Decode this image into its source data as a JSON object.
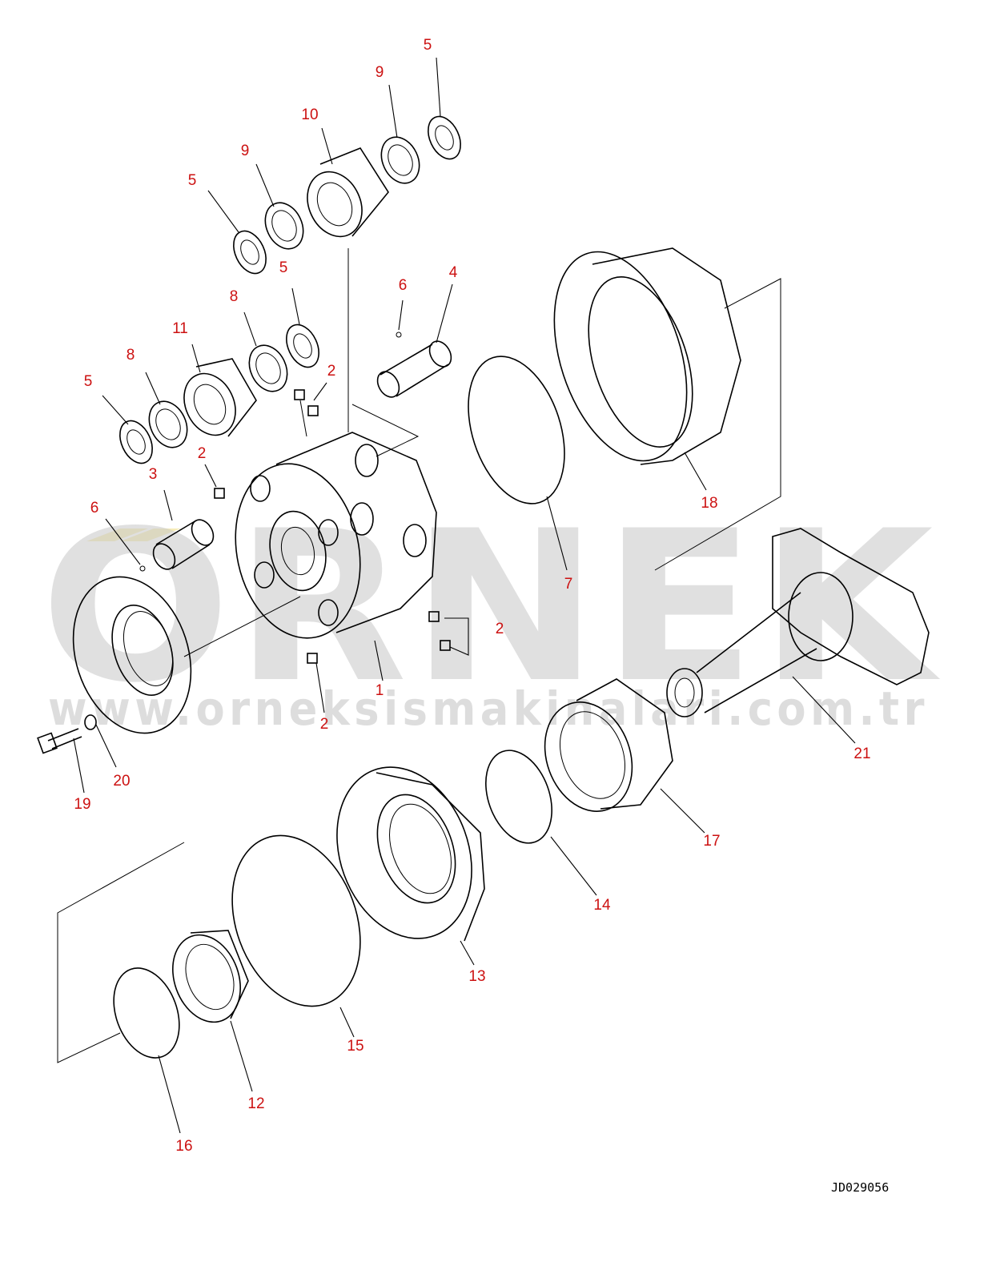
{
  "drawing_code": "JD029056",
  "watermark": {
    "brand": "ORNEK",
    "url": "www.orneksismakinalari.com.tr"
  },
  "callouts": [
    {
      "id": "c1",
      "label": "1"
    },
    {
      "id": "c2a",
      "label": "2"
    },
    {
      "id": "c2b",
      "label": "2"
    },
    {
      "id": "c2c",
      "label": "2"
    },
    {
      "id": "c2d",
      "label": "2"
    },
    {
      "id": "c3",
      "label": "3"
    },
    {
      "id": "c4",
      "label": "4"
    },
    {
      "id": "c5a",
      "label": "5"
    },
    {
      "id": "c5b",
      "label": "5"
    },
    {
      "id": "c5c",
      "label": "5"
    },
    {
      "id": "c5d",
      "label": "5"
    },
    {
      "id": "c6a",
      "label": "6"
    },
    {
      "id": "c6b",
      "label": "6"
    },
    {
      "id": "c7",
      "label": "7"
    },
    {
      "id": "c8a",
      "label": "8"
    },
    {
      "id": "c8b",
      "label": "8"
    },
    {
      "id": "c9a",
      "label": "9"
    },
    {
      "id": "c9b",
      "label": "9"
    },
    {
      "id": "c10",
      "label": "10"
    },
    {
      "id": "c11",
      "label": "11"
    },
    {
      "id": "c12",
      "label": "12"
    },
    {
      "id": "c13",
      "label": "13"
    },
    {
      "id": "c14",
      "label": "14"
    },
    {
      "id": "c15",
      "label": "15"
    },
    {
      "id": "c16",
      "label": "16"
    },
    {
      "id": "c17",
      "label": "17"
    },
    {
      "id": "c18",
      "label": "18"
    },
    {
      "id": "c19",
      "label": "19"
    },
    {
      "id": "c20",
      "label": "20"
    },
    {
      "id": "c21",
      "label": "21"
    }
  ]
}
